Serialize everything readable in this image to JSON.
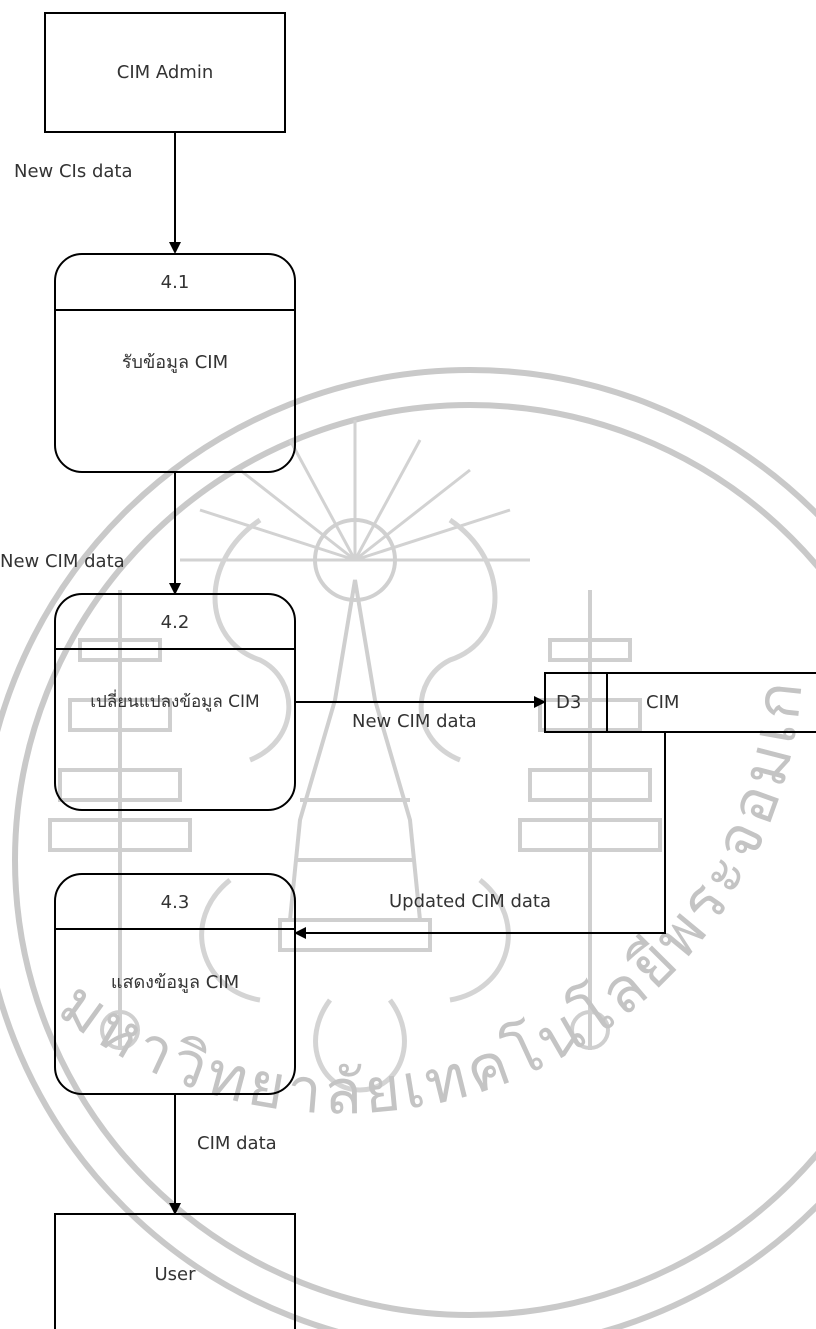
{
  "diagram": {
    "entities": {
      "cim_admin": "CIM Admin",
      "user": "User"
    },
    "processes": [
      {
        "id": "4.1",
        "label": "รับข้อมูล CIM"
      },
      {
        "id": "4.2",
        "label": "เปลี่ยนแปลงข้อมูล CIM"
      },
      {
        "id": "4.3",
        "label": "แสดงข้อมูล CIM"
      }
    ],
    "datastore": {
      "id": "D3",
      "name": "CIM"
    },
    "flows": {
      "admin_to_41": "New CIs data",
      "p41_to_42": "New CIM data",
      "p42_to_d3": "New CIM data",
      "d3_to_43": "Updated CIM data",
      "p43_to_user": "CIM data"
    },
    "colors": {
      "line": "#000000",
      "text": "#333333",
      "watermark": "#bdbdbd"
    }
  },
  "watermark": {
    "text": "มหาวิทยาลัยเทคโนโลยีพระจอมเกล้าเจ้าคุณทหารลาดกระบัง",
    "emblem": "university-seal"
  }
}
